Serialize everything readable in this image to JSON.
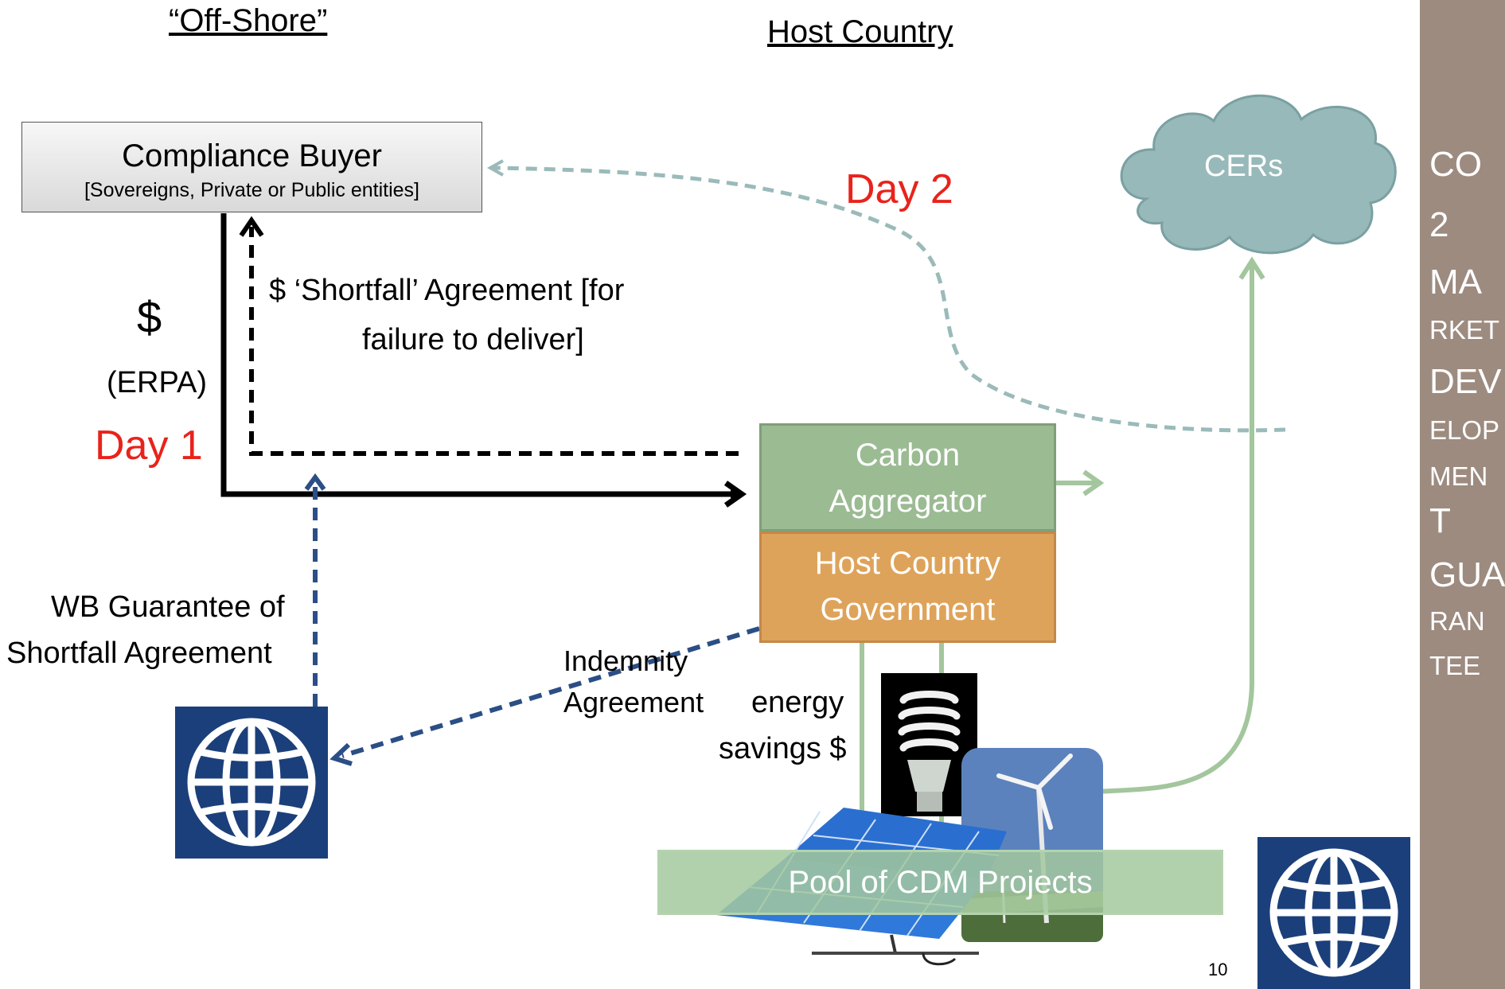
{
  "headers": {
    "offshore": "“Off-Shore”",
    "host_country": "Host Country"
  },
  "compliance_buyer": {
    "title": "Compliance Buyer",
    "subtitle": "[Sovereigns, Private or Public entities]"
  },
  "cers_label": "CERs",
  "day1_label": "Day 1",
  "day2_label": "Day 2",
  "dollar_label": "$",
  "erpa_label": "(ERPA)",
  "shortfall_agreement": {
    "line1": "$ ‘Shortfall’ Agreement [for",
    "line2": "failure to deliver]"
  },
  "carbon_aggregator": {
    "line1": "Carbon",
    "line2": "Aggregator"
  },
  "host_government": {
    "line1": "Host Country",
    "line2": "Government"
  },
  "wb_guarantee": {
    "line1": "WB Guarantee of",
    "line2": "Shortfall Agreement"
  },
  "indemnity": {
    "line1": "Indemnity",
    "line2": "Agreement"
  },
  "energy_savings": {
    "line1": "energy",
    "line2": "savings $"
  },
  "pool_label": "Pool of CDM Projects",
  "page_number": "10",
  "sidebar_lines": [
    "CO",
    "2",
    "MA",
    "RKET",
    "DEV",
    "ELOP",
    "MEN",
    "T",
    "GUA",
    "RAN",
    "TEE"
  ],
  "colors": {
    "red_label": "#e8231b",
    "aggregator": "#9bbb93",
    "government": "#dea35a",
    "cloud": "#98b9b9",
    "sidebar": "#9d8b80",
    "wb_blue": "#1b3f7a",
    "green_arrow": "#a3c69d",
    "dashed_teal": "#9bbaba",
    "dashed_blue": "#2b4e86"
  },
  "icons": [
    "world-bank-globe-icon",
    "cfl-bulb-icon",
    "solar-panel-icon",
    "wind-turbine-icon"
  ]
}
